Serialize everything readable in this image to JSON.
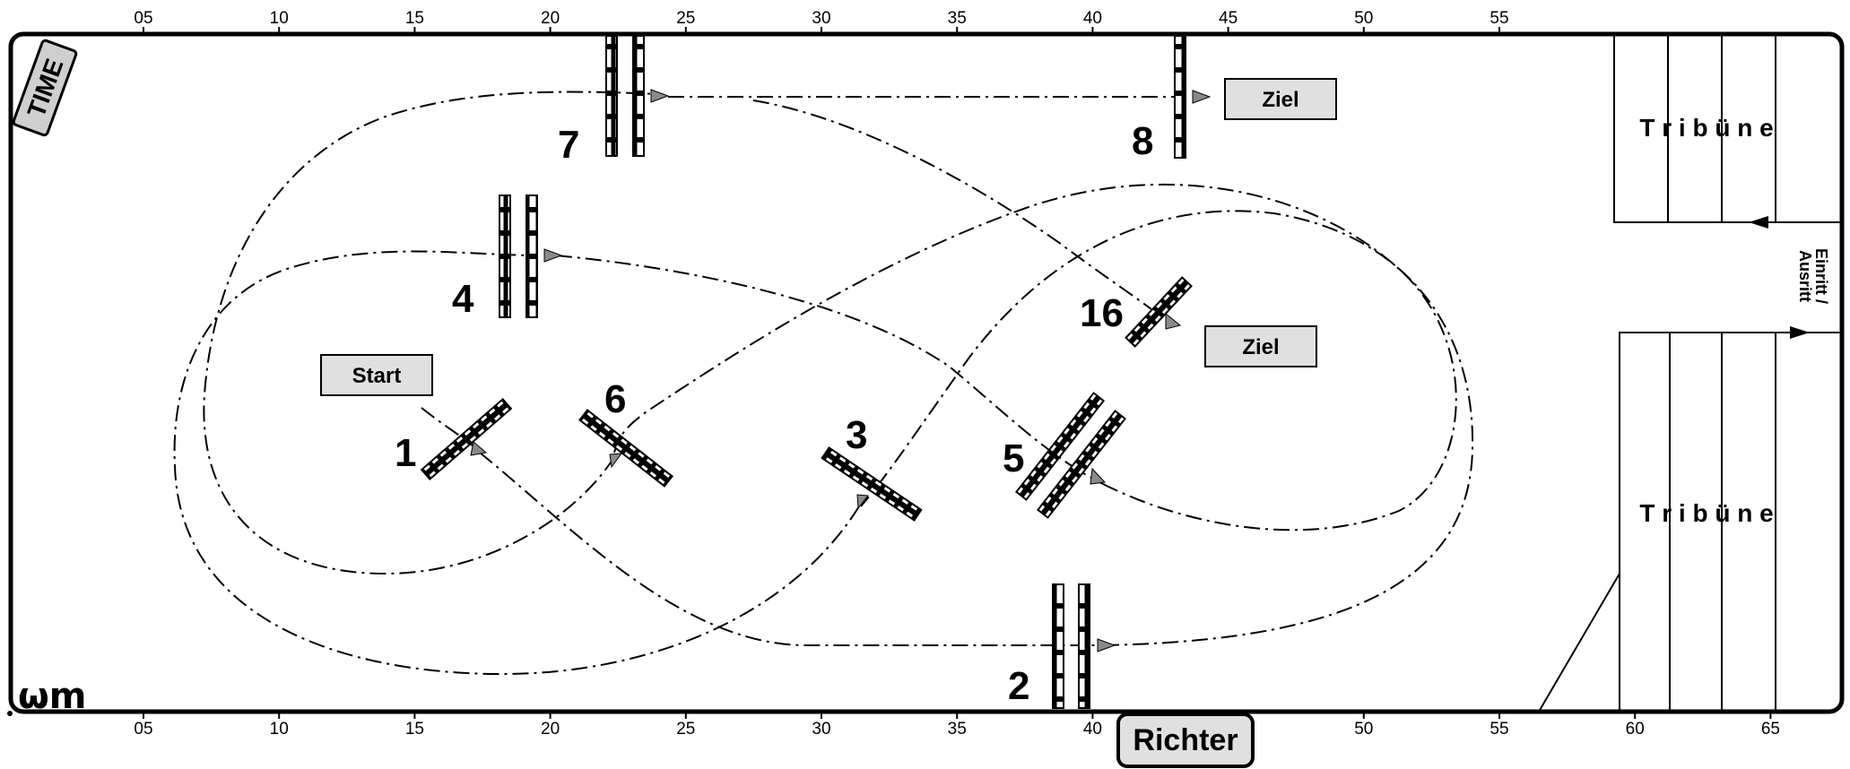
{
  "scale": {
    "top_ticks": [
      "05",
      "10",
      "15",
      "20",
      "25",
      "30",
      "35",
      "40",
      "45",
      "50",
      "55"
    ],
    "bottom_ticks": [
      "05",
      "10",
      "15",
      "20",
      "25",
      "30",
      "35",
      "40",
      "45",
      "50",
      "55",
      "60",
      "65"
    ]
  },
  "signs": {
    "time": "TIME",
    "start": "Start",
    "finish_top": "Ziel",
    "finish_mid": "Ziel",
    "judge": "Richter",
    "grandstand_top": "T r i b ü n e",
    "grandstand_bottom": "T r i b ü n e",
    "entry_line1": "Einritt /",
    "entry_line2": "Ausritt",
    "corner_mark": "ωm"
  },
  "obstacles": [
    {
      "number": "1",
      "type": "vertical"
    },
    {
      "number": "2",
      "type": "oxer"
    },
    {
      "number": "3",
      "type": "vertical"
    },
    {
      "number": "4",
      "type": "oxer"
    },
    {
      "number": "5",
      "type": "oxer"
    },
    {
      "number": "6",
      "type": "vertical"
    },
    {
      "number": "7",
      "type": "oxer"
    },
    {
      "number": "8",
      "type": "vertical"
    },
    {
      "number": "16",
      "type": "vertical"
    }
  ],
  "colors": {
    "line": "#000000",
    "sign_fill": "#e0e0e0",
    "arrow_fill": "#8a8a8a"
  }
}
